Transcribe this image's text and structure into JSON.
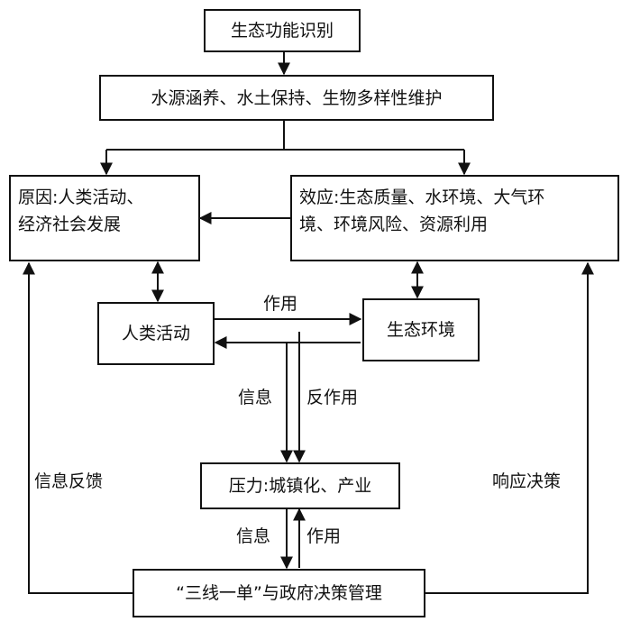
{
  "nodes": {
    "identify": "生态功能识别",
    "functions": "水源涵养、水土保持、生物多样性维护",
    "cause": "原因:人类活动、\n经济社会发展",
    "effect": "效应:生态质量、水环境、大气环\n境、环境风险、资源利用",
    "human": "人类活动",
    "eco": "生态环境",
    "pressure": "压力:城镇化、产业",
    "management": "“三线一单”与政府决策管理"
  },
  "edges": {
    "act_top": "作用",
    "info_mid": "信息",
    "react": "反作用",
    "info_low": "信息",
    "act_low": "作用",
    "feedback": "信息反馈",
    "response": "响应决策"
  }
}
